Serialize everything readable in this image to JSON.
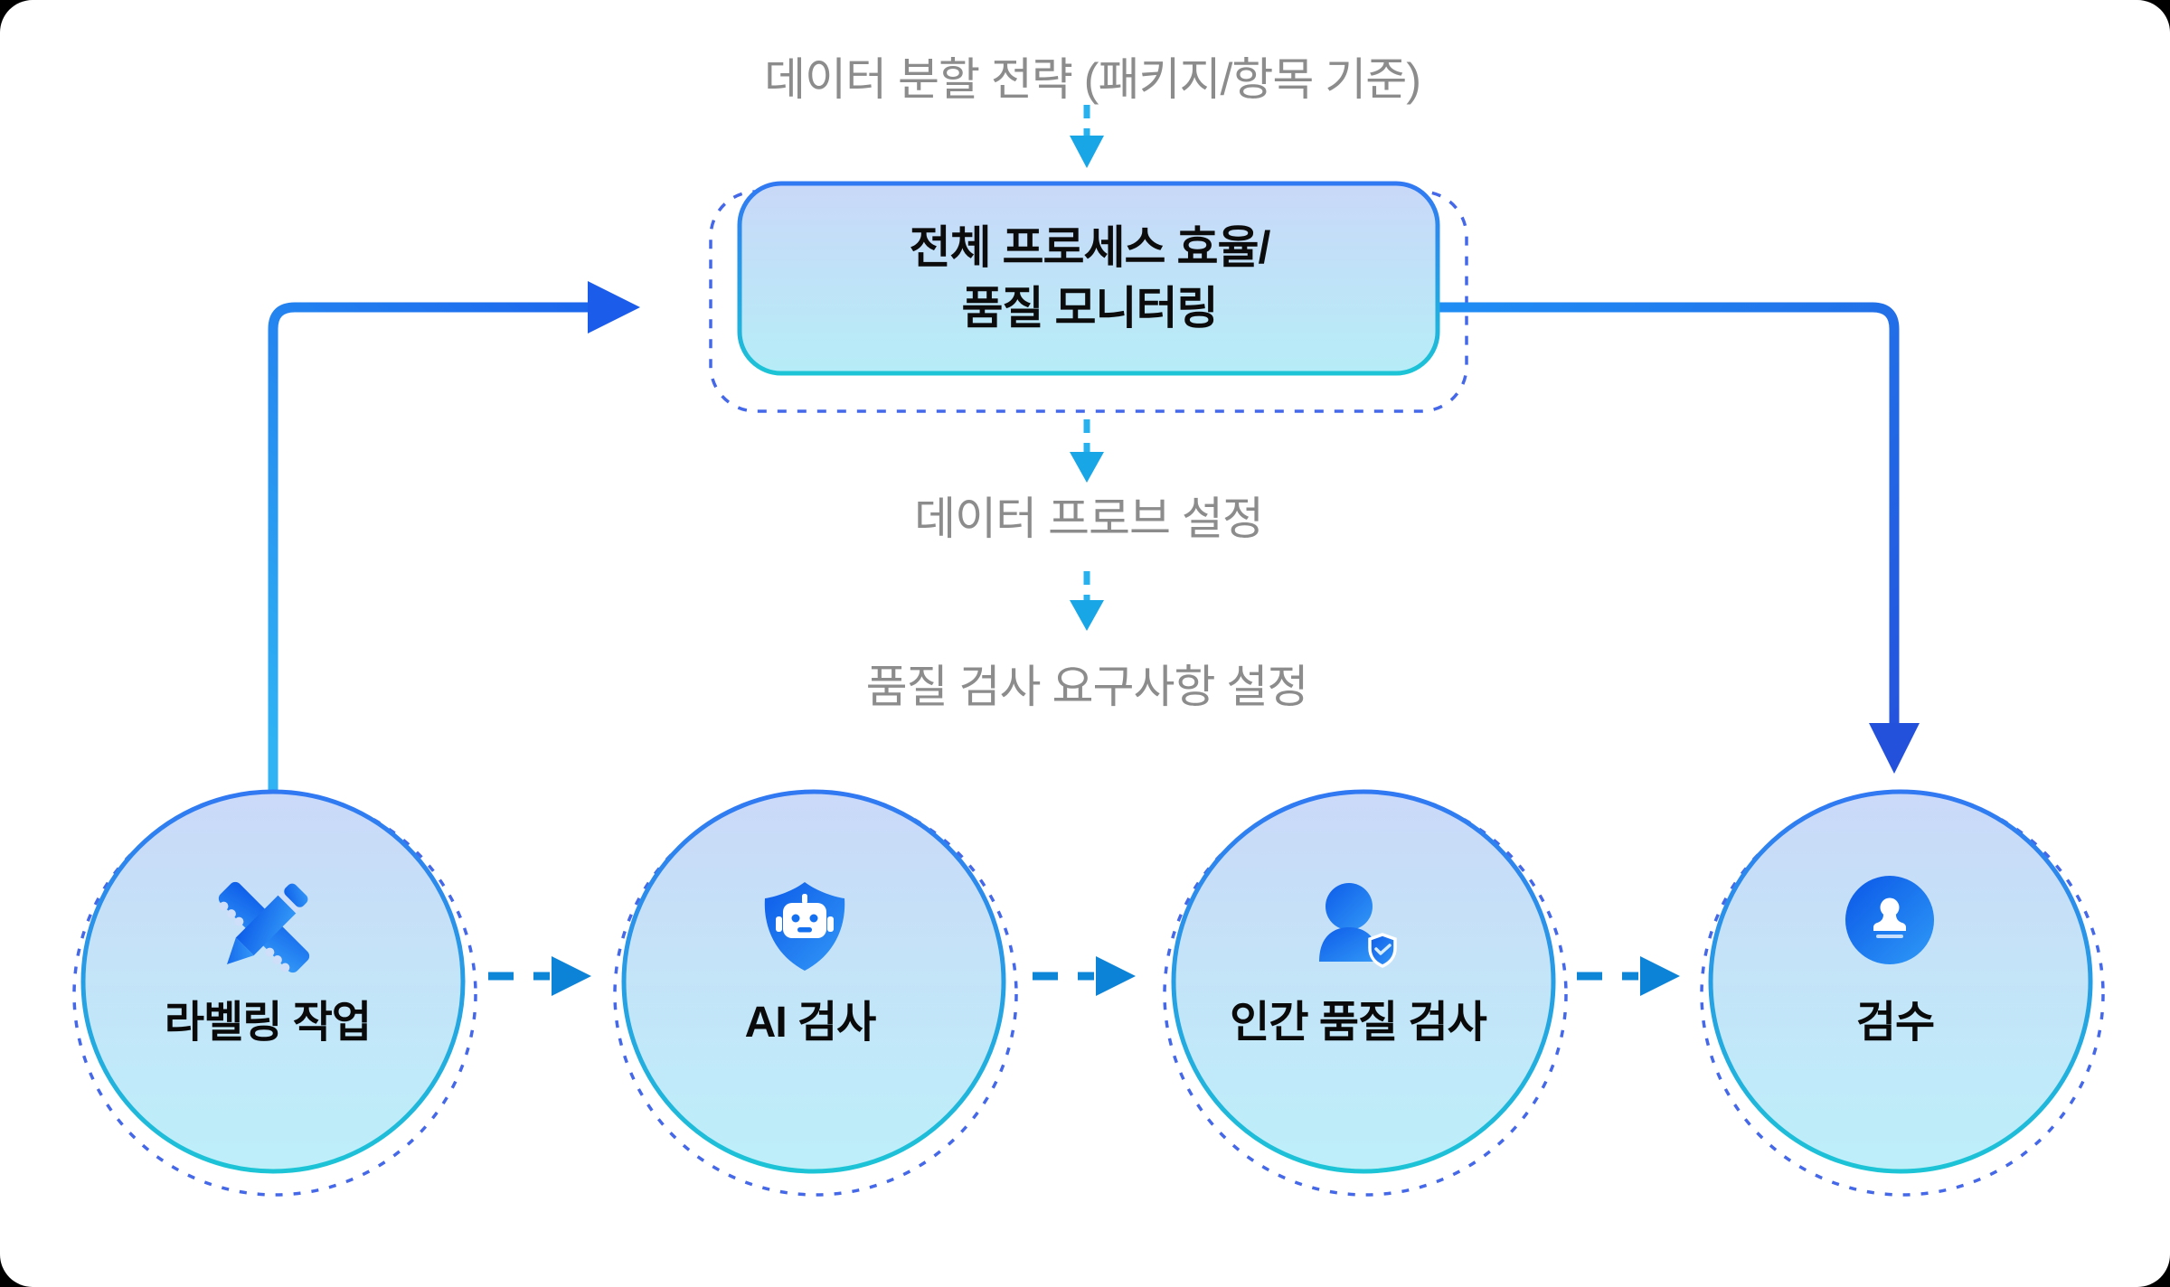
{
  "canvas": {
    "outer_background": "#000000",
    "card_background": "#ffffff"
  },
  "flow": {
    "strategy_label": "데이터 분할 전략 (패키지/항목 기준)",
    "monitor_box": {
      "line1": "전체 프로세스 효율/",
      "line2": "품질 모니터링"
    },
    "probe_label": "데이터 프로브 설정",
    "qc_requirement_label": "품질 검사 요구사항 설정"
  },
  "stages": [
    {
      "label": "라벨링 작업",
      "icon": "pencil-ruler-icon"
    },
    {
      "label": "AI 검사",
      "icon": "shield-robot-icon"
    },
    {
      "label": "인간 품질 검사",
      "icon": "person-shield-check-icon"
    },
    {
      "label": "검수",
      "icon": "stamp-approval-icon"
    }
  ],
  "colors": {
    "muted_text": "#8c8c8c",
    "title_text": "#0c0c0c",
    "solid_arrow_start": "#2fb3f4",
    "solid_arrow_end": "#1c5de9",
    "cyan_dash": "#27b1ee",
    "blue_dash": "#0e86d8",
    "outline_dash": "#4468e8",
    "node_border_top": "#3178f3",
    "node_border_bottom": "#1cc4d6",
    "node_fill_top": "#cad8f8",
    "node_fill_bottom": "#bceef8",
    "icon_blue_dark": "#0f5ce9",
    "icon_blue_light": "#3397f7"
  }
}
